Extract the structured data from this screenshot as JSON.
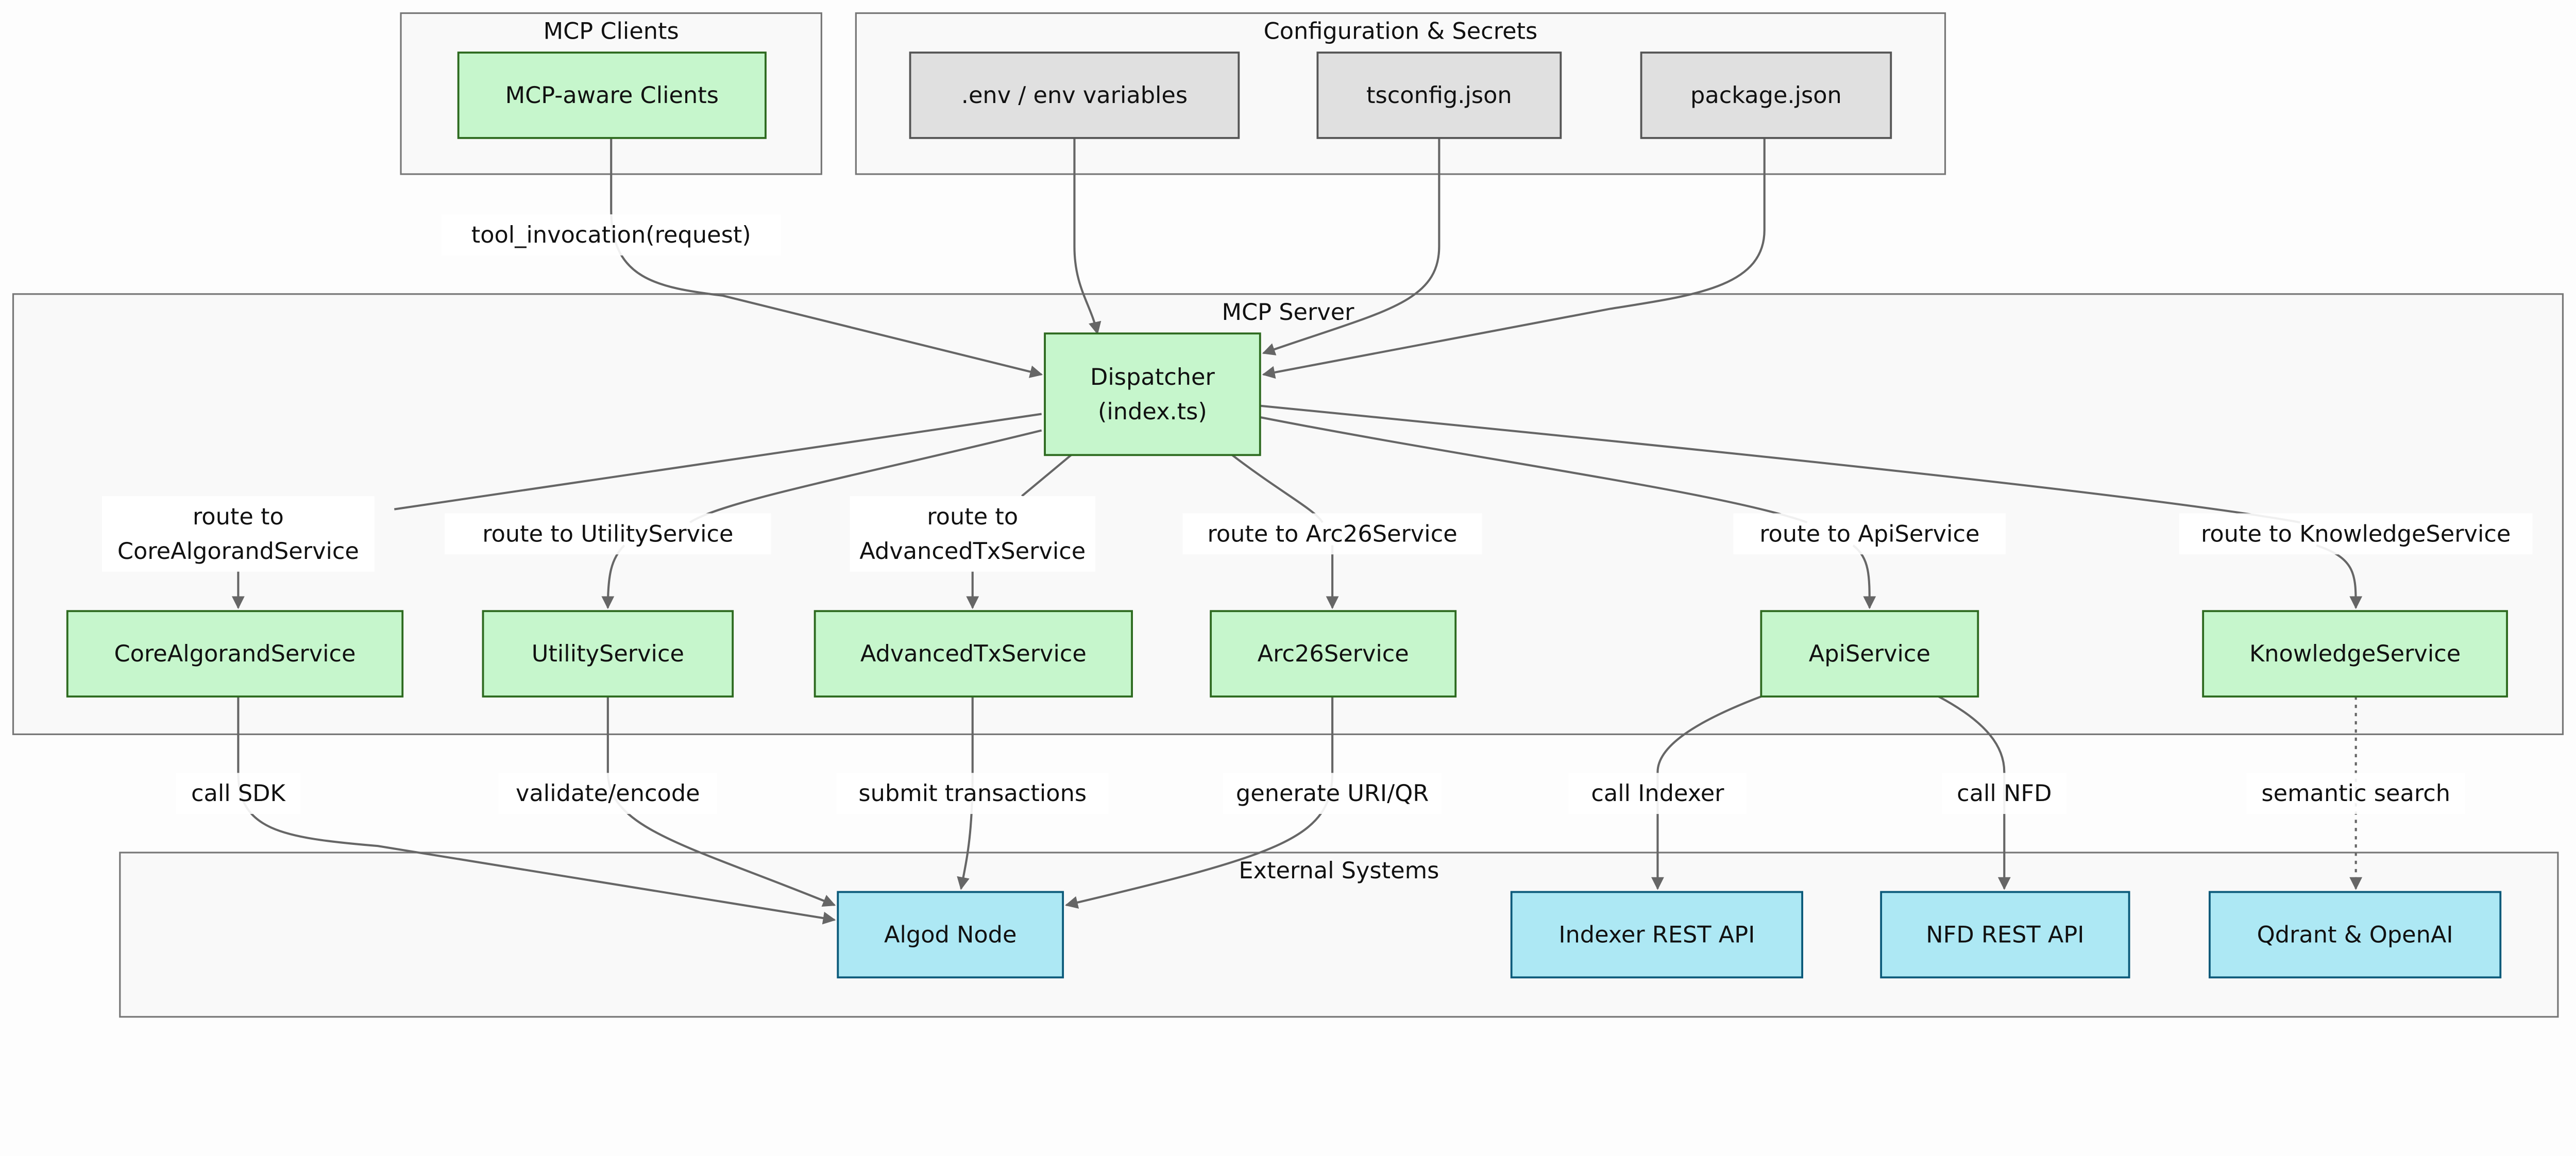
{
  "groups": {
    "clients": "MCP Clients",
    "config": "Configuration & Secrets",
    "server": "MCP Server",
    "external": "External Systems"
  },
  "nodes": {
    "clients": [
      "MCP-aware Clients"
    ],
    "env": [
      ".env / env variables"
    ],
    "tsconfig": [
      "tsconfig.json"
    ],
    "pkg": [
      "package.json"
    ],
    "dispatcher": [
      "Dispatcher",
      "(index.ts)"
    ],
    "core": [
      "CoreAlgorandService"
    ],
    "utility": [
      "UtilityService"
    ],
    "advtx": [
      "AdvancedTxService"
    ],
    "arc26": [
      "Arc26Service"
    ],
    "api": [
      "ApiService"
    ],
    "knowledge": [
      "KnowledgeService"
    ],
    "algod": [
      "Algod Node"
    ],
    "indexer": [
      "Indexer REST API"
    ],
    "nfd": [
      "NFD REST API"
    ],
    "qdrant": [
      "Qdrant & OpenAI"
    ]
  },
  "edge_labels": {
    "clients_dispatcher": [
      "tool_invocation(request)"
    ],
    "to_core": [
      "route to",
      "CoreAlgorandService"
    ],
    "to_utility": [
      "route to UtilityService"
    ],
    "to_advtx": [
      "route to",
      "AdvancedTxService"
    ],
    "to_arc26": [
      "route to Arc26Service"
    ],
    "to_api": [
      "route to ApiService"
    ],
    "to_knowledge": [
      "route to KnowledgeService"
    ],
    "core_algod": [
      "call SDK"
    ],
    "utility_algod": [
      "validate/encode"
    ],
    "advtx_algod": [
      "submit transactions"
    ],
    "arc26_algod": [
      "generate URI/QR"
    ],
    "api_indexer": [
      "call Indexer"
    ],
    "api_nfd": [
      "call NFD"
    ],
    "knowledge_qdrant": [
      "semantic search"
    ]
  },
  "colors": {
    "service_fill": "#c6f6cc",
    "service_stroke": "#2d6a1f",
    "config_fill": "#e0e0e0",
    "config_stroke": "#555555",
    "external_fill": "#ade8f4",
    "external_stroke": "#0b5a7a",
    "group_fill": "#f9f9f9",
    "group_stroke": "#777777",
    "edge": "#666666"
  }
}
